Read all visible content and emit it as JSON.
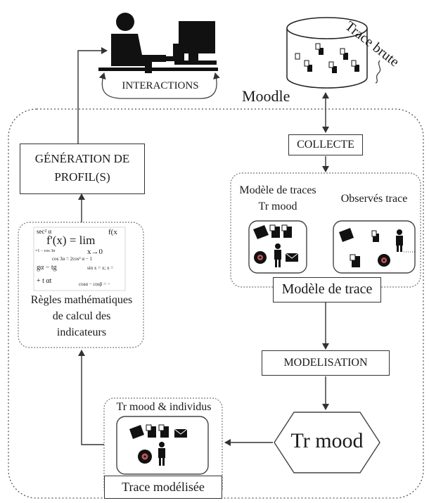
{
  "labels": {
    "trace_brute": "Trace brute",
    "interactions": "INTERACTIONS",
    "moodle": "Moodle",
    "collecte": "COLLECTE",
    "generation_line1": "GÉNÉRATION DE",
    "generation_line2": "PROFIL(S)",
    "modele_traces_line1": "Modèle de traces",
    "modele_traces_line2": "Tr mood",
    "observes_trace": "Observés trace",
    "modele_de_trace": "Modèle de trace",
    "regles_line1": "Règles mathématiques",
    "regles_line2": "de calcul des",
    "regles_line3": "indicateurs",
    "modelisation": "MODELISATION",
    "tr_mood_hex": "Tr mood",
    "tr_mood_individus": "Tr mood  & individus",
    "trace_modelisee": "Trace modélisée"
  },
  "formula": {
    "sec": "sec² α",
    "main": "f'(x) = lim",
    "limit_sub": "x→0",
    "fx": "f(x",
    "small1": "=1 − cos 3α",
    "small2": "cos 3α = 2cos² α − 1",
    "mid1": "gα − tg",
    "mid2": "sin x = x;  x =",
    "bottom1": "+ t  αt",
    "bottom2": "cosα − cosβ = −"
  }
}
